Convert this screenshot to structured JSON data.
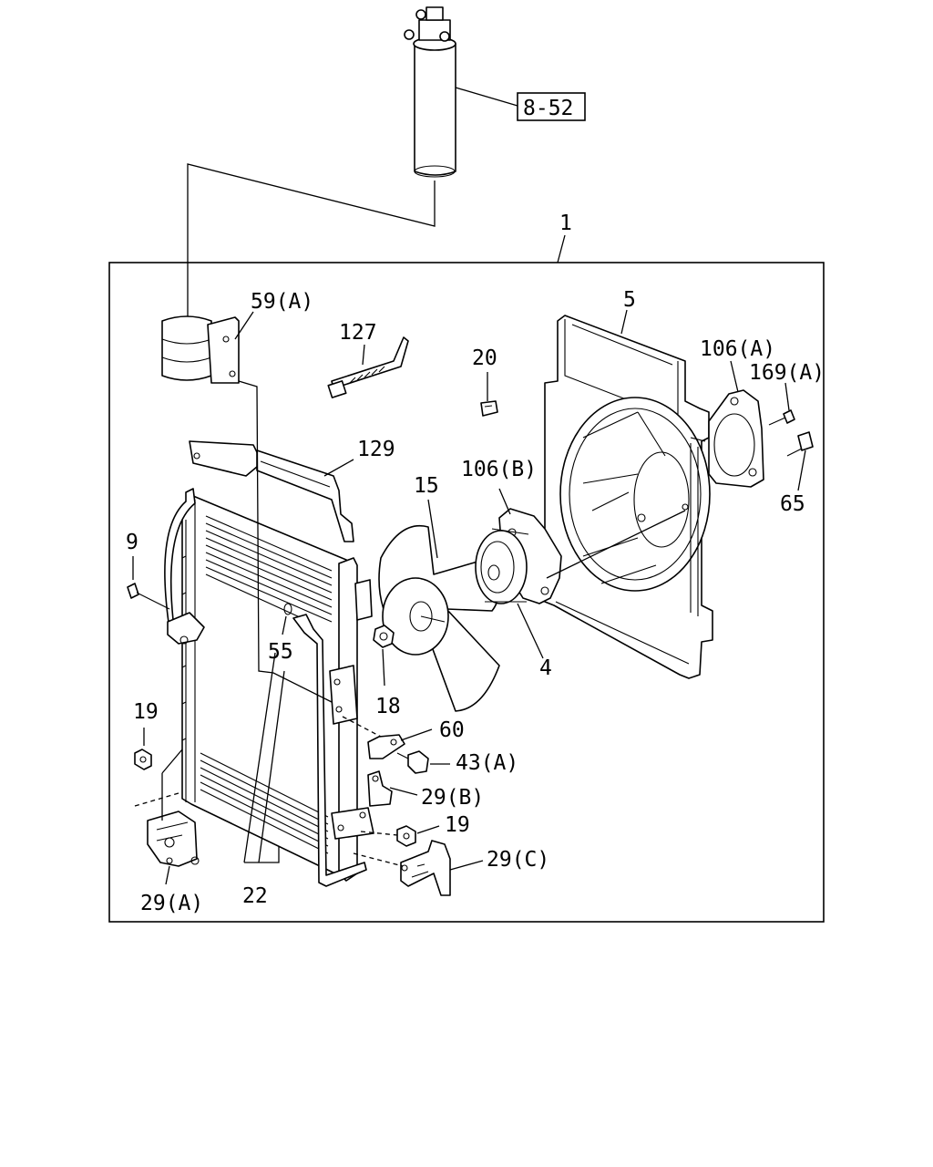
{
  "diagram": {
    "callouts": {
      "assembly": "1",
      "ref_box": "8-52",
      "p59a": "59(A)",
      "p127": "127",
      "p20": "20",
      "p5": "5",
      "p106a": "106(A)",
      "p169a": "169(A)",
      "p129": "129",
      "p15": "15",
      "p106b": "106(B)",
      "p65": "65",
      "p9": "9",
      "p55": "55",
      "p4": "4",
      "p18": "18",
      "p19a": "19",
      "p60": "60",
      "p43a": "43(A)",
      "p29b": "29(B)",
      "p19b": "19",
      "p29c": "29(C)",
      "p29a": "29(A)",
      "p22": "22"
    }
  }
}
